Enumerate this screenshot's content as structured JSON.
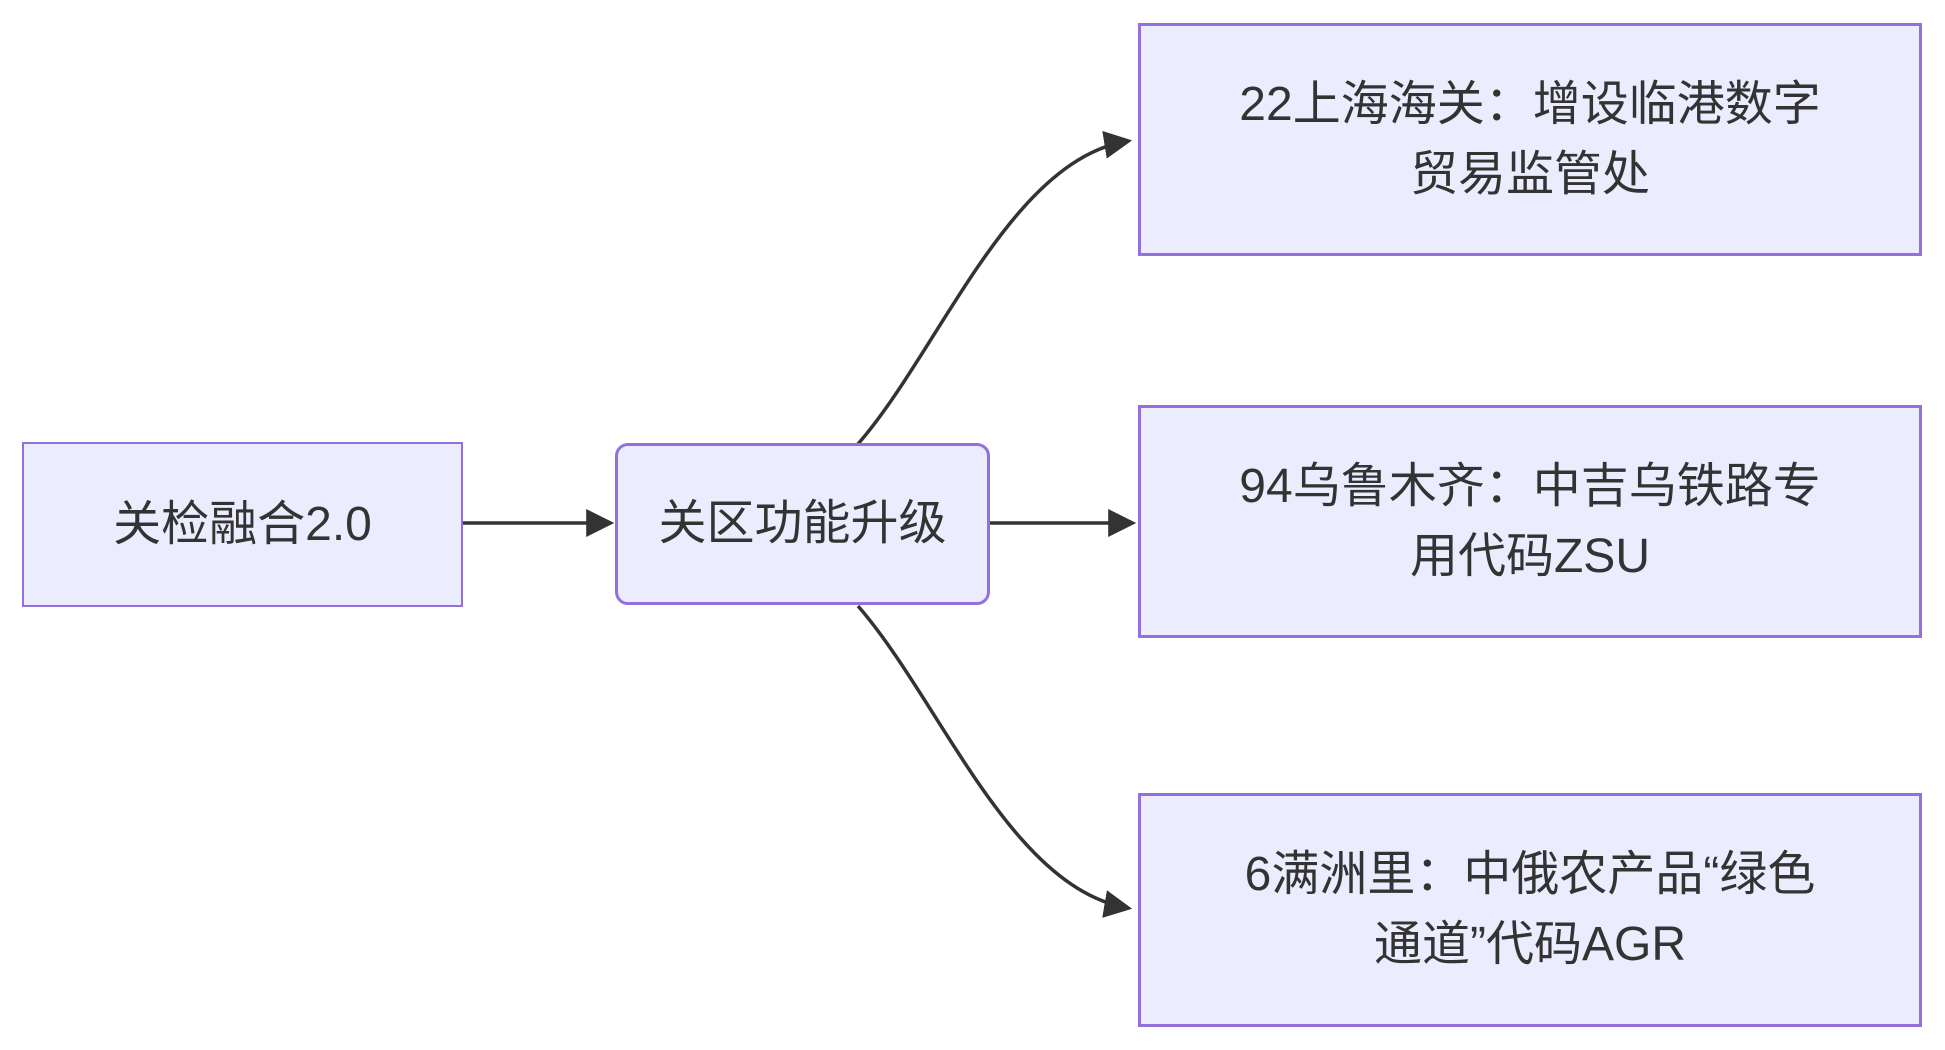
{
  "diagram": {
    "type": "flowchart-LR",
    "nodes": {
      "source": {
        "label": "关检融合2.0",
        "shape": "rect"
      },
      "hub": {
        "label": "关区功能升级",
        "shape": "rounded-rect"
      },
      "branch1": {
        "label": "22上海海关：增设临港数字\n贸易监管处",
        "shape": "rect"
      },
      "branch2": {
        "label": "94乌鲁木齐：中吉乌铁路专\n用代码ZSU",
        "shape": "rect"
      },
      "branch3": {
        "label": "6满洲里：中俄农产品“绿色\n通道”代码AGR",
        "shape": "rect"
      }
    },
    "edges": [
      {
        "from": "source",
        "to": "hub"
      },
      {
        "from": "hub",
        "to": "branch1"
      },
      {
        "from": "hub",
        "to": "branch2"
      },
      {
        "from": "hub",
        "to": "branch3"
      }
    ],
    "colors": {
      "node_fill": "#ECECFF",
      "node_border": "#9370DB",
      "arrow": "#333333",
      "text": "#333333",
      "background": "#FFFFFF"
    }
  }
}
